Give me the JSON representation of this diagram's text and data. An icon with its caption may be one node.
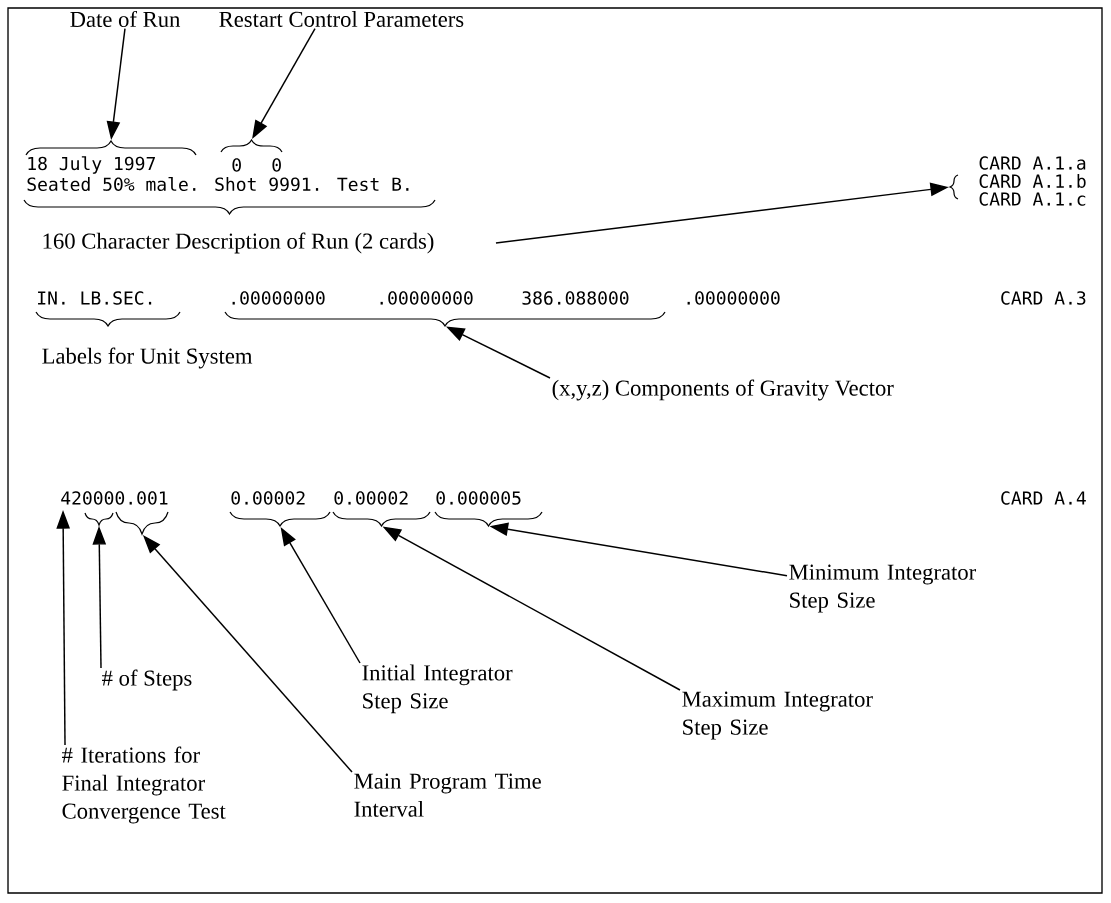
{
  "diagram": {
    "nodes": [
      {
        "text": [
          "Date of Run"
        ]
      },
      {
        "text": [
          "Restart Control Parameters"
        ]
      },
      {
        "text": [
          "160 Character Description of Run (2 cards)"
        ]
      },
      {
        "text": [
          "Labels for Unit System"
        ]
      },
      {
        "text": [
          "(x,y,z) Components of Gravity Vector"
        ]
      },
      {
        "text": [
          "Minimum Integrator Step Size"
        ]
      },
      {
        "text": [
          "# of Steps"
        ]
      },
      {
        "text": [
          "Initial Integrator Step Size"
        ]
      },
      {
        "text": [
          "Maximum Integrator Step Size"
        ]
      },
      {
        "text": [
          "# Iterations for Final Integrator Convergence Test"
        ]
      },
      {
        "text": [
          "Main Program Time Interval"
        ]
      },
      {
        "text": [],
        "shape": "brace"
      },
      {
        "text": [],
        "shape": "brace"
      },
      {
        "text": [],
        "shape": "brace"
      },
      {
        "text": [],
        "shape": "brace"
      },
      {
        "text": [],
        "shape": "brace"
      },
      {
        "text": [],
        "shape": "brace"
      },
      {
        "text": [],
        "shape": "brace"
      },
      {
        "text": [],
        "shape": "brace"
      },
      {
        "text": [],
        "shape": "brace"
      }
    ],
    "edges": [
      {
        "from": 0,
        "to": 11,
        "arrow": "to"
      },
      {
        "from": 1,
        "to": 12,
        "arrow": "to"
      },
      {
        "from": 2,
        "to": 13,
        "arrow": "to"
      },
      {
        "from": 4,
        "to": 14,
        "arrow": "to"
      },
      {
        "from": 6,
        "to": 15,
        "arrow": "to"
      },
      {
        "from": 9,
        "to": null,
        "arrow": "to"
      },
      {
        "from": 10,
        "to": 16,
        "arrow": "to"
      },
      {
        "from": 7,
        "to": 17,
        "arrow": "to"
      },
      {
        "from": 8,
        "to": 18,
        "arrow": "to"
      },
      {
        "from": 5,
        "to": 19,
        "arrow": "to"
      }
    ],
    "labels": [
      "18 July 1997",
      "0",
      "0",
      "CARD A.1.a",
      "Seated 50% male. Shot 9991. Test B.",
      "CARD A.1.b",
      "CARD A.1.c",
      "IN. LB.SEC.",
      ".00000000",
      ".00000000",
      "386.088000",
      ".00000000",
      "CARD A.3",
      "420000.001",
      "0.00002",
      "0.00002",
      "0.000005",
      "CARD A.4"
    ]
  }
}
